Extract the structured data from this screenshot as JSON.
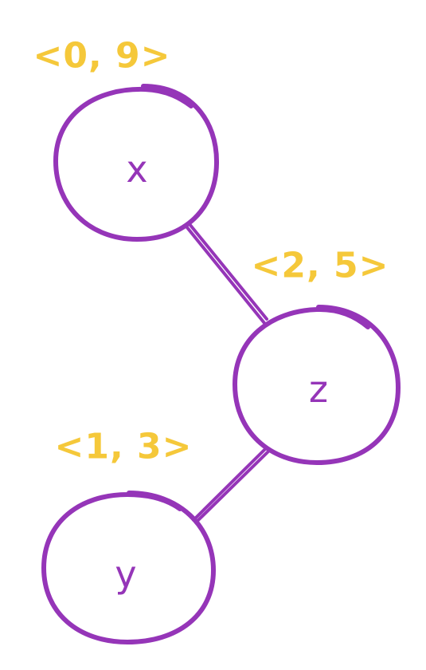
{
  "colors": {
    "node_stroke": "#9535b8",
    "label": "#f5c83a",
    "node_text": "#9535b8"
  },
  "nodes": [
    {
      "id": "x",
      "label": "x",
      "pair": "<0, 9>"
    },
    {
      "id": "z",
      "label": "z",
      "pair": "<2, 5>"
    },
    {
      "id": "y",
      "label": "y",
      "pair": "<1, 3>"
    }
  ],
  "edges": [
    {
      "from": "x",
      "to": "z"
    },
    {
      "from": "z",
      "to": "y"
    }
  ]
}
